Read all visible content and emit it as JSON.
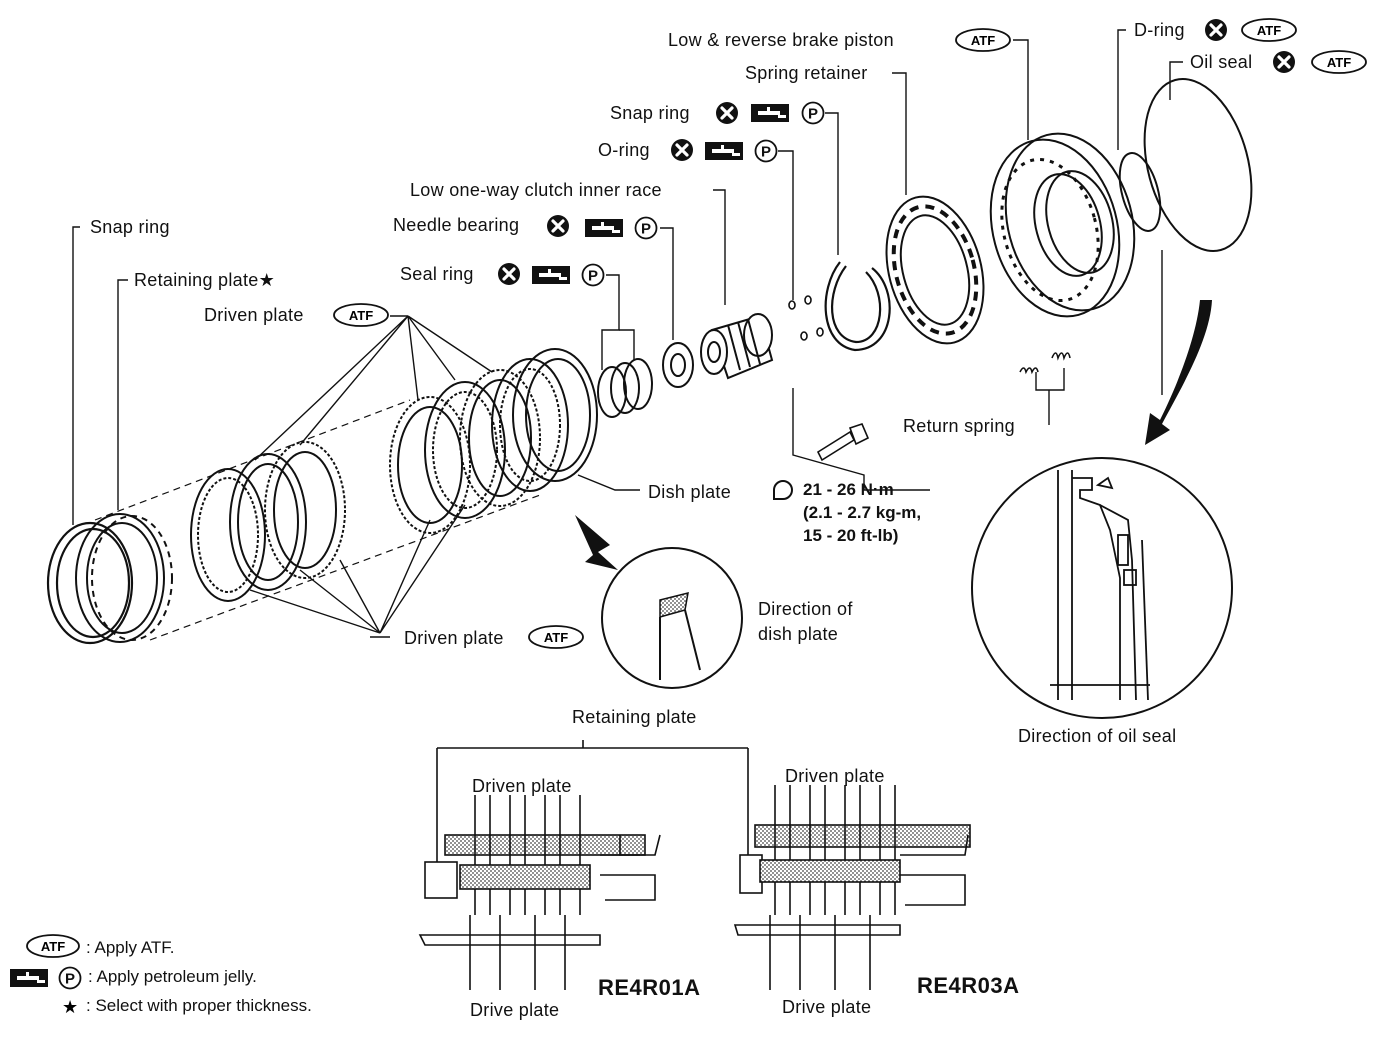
{
  "labels": {
    "low_reverse_brake_piston": "Low & reverse brake piston",
    "d_ring": "D-ring",
    "oil_seal": "Oil seal",
    "spring_retainer": "Spring retainer",
    "snap_ring_upper": "Snap ring",
    "o_ring": "O-ring",
    "low_one_way_clutch_inner_race": "Low one-way clutch inner race",
    "needle_bearing": "Needle bearing",
    "seal_ring": "Seal ring",
    "snap_ring_left": "Snap ring",
    "retaining_plate": "Retaining plate",
    "driven_plate_top": "Driven plate",
    "driven_plate_bottom": "Driven plate",
    "dish_plate": "Dish plate",
    "return_spring": "Return spring",
    "direction_of_dish_plate_line1": "Direction of",
    "direction_of_dish_plate_line2": "dish plate",
    "direction_of_oil_seal": "Direction of oil seal"
  },
  "torque": {
    "line1": "21 - 26 N·m",
    "line2": "(2.1 - 2.7 kg-m,",
    "line3": "15 - 20 ft-lb)"
  },
  "section": {
    "retaining_plate": "Retaining plate",
    "driven_plate_left": "Driven plate",
    "driven_plate_right": "Driven plate",
    "drive_plate_left": "Drive plate",
    "drive_plate_right": "Drive plate",
    "model_left": "RE4R01A",
    "model_right": "RE4R03A"
  },
  "legend": {
    "atf_text": ": Apply ATF.",
    "jelly_text": ": Apply petroleum jelly.",
    "star_text": ": Select with proper thickness."
  },
  "symbols": {
    "atf": "ATF",
    "petroleum": "P",
    "star": "★"
  }
}
